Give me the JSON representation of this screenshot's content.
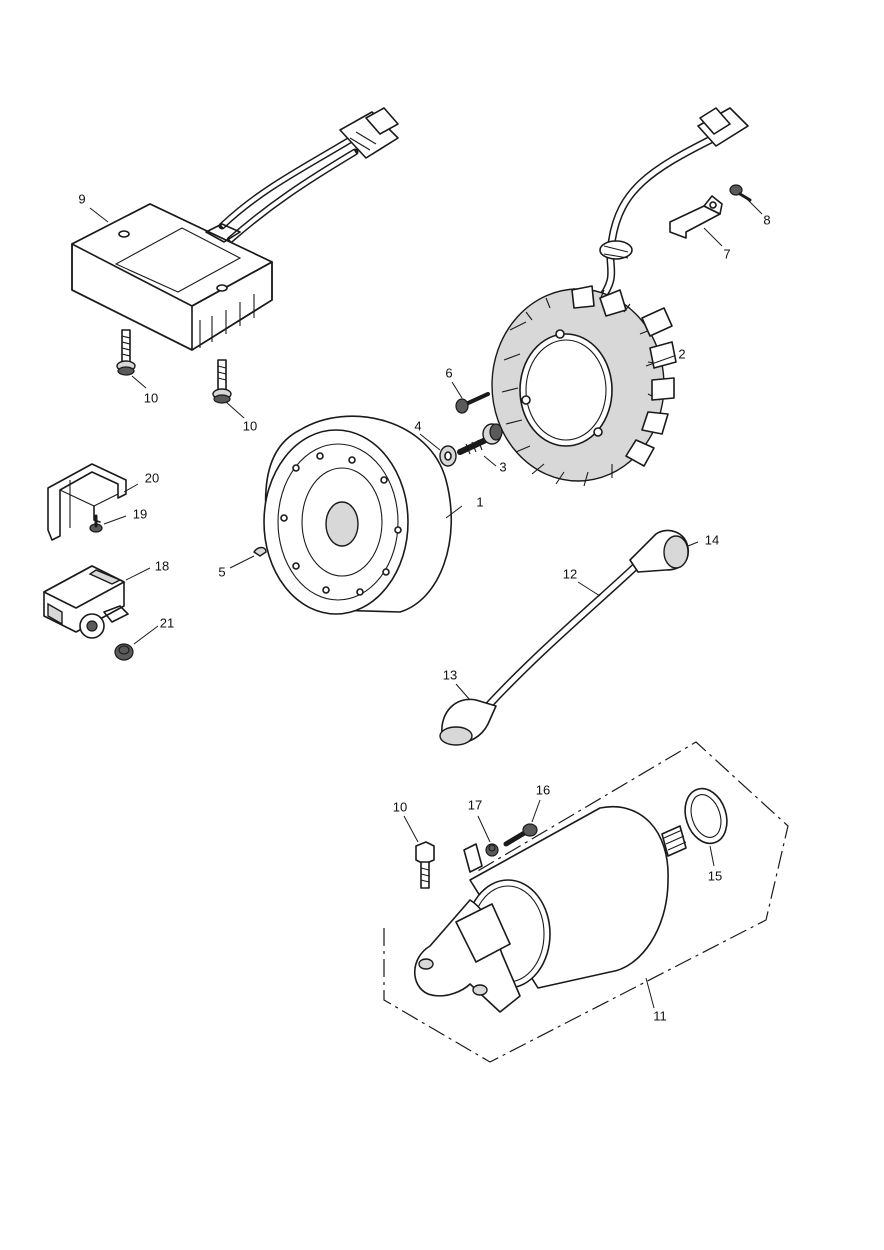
{
  "callouts": {
    "c1": "1",
    "c2": "2",
    "c3": "3",
    "c4": "4",
    "c5": "5",
    "c6": "6",
    "c7": "7",
    "c8": "8",
    "c9": "9",
    "c10a": "10",
    "c10b": "10",
    "c10c": "10",
    "c11": "11",
    "c12": "12",
    "c13": "13",
    "c14": "14",
    "c15": "15",
    "c16": "16",
    "c17": "17",
    "c18": "18",
    "c19": "19",
    "c20": "20",
    "c21": "21"
  }
}
